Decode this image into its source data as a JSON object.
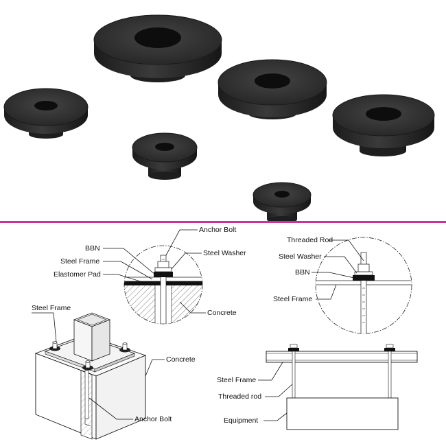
{
  "colors": {
    "divider": "#cc3399",
    "rubber_dark": "#2a2a2a",
    "rubber_mid": "#3b3b3b",
    "rubber_edge": "#1a1a1a",
    "pad_black": "#111111",
    "line": "#111111"
  },
  "photo": {
    "washers": [
      "large",
      "large",
      "large",
      "medium",
      "small",
      "small"
    ]
  },
  "callouts": {
    "concrete_anchor": {
      "anchor_bolt": "Anchor Bolt",
      "bbn": "BBN",
      "steel_washer": "Steel Washer",
      "steel_frame": "Steel Frame",
      "elastomer_pad": "Elastomer Pad",
      "concrete": "Concrete"
    },
    "rod_detail": {
      "threaded_rod": "Threaded Rod",
      "steel_washer": "Steel Washer",
      "bbn": "BBN",
      "steel_frame": "Steel Frame"
    },
    "isometric": {
      "steel_frame": "Steel Frame",
      "concrete": "Concrete",
      "anchor_bolt": "Anchor Bolt"
    },
    "suspension": {
      "steel_frame": "Steel Frame",
      "threaded_rod": "Threaded rod",
      "equipment": "Equipment"
    }
  }
}
